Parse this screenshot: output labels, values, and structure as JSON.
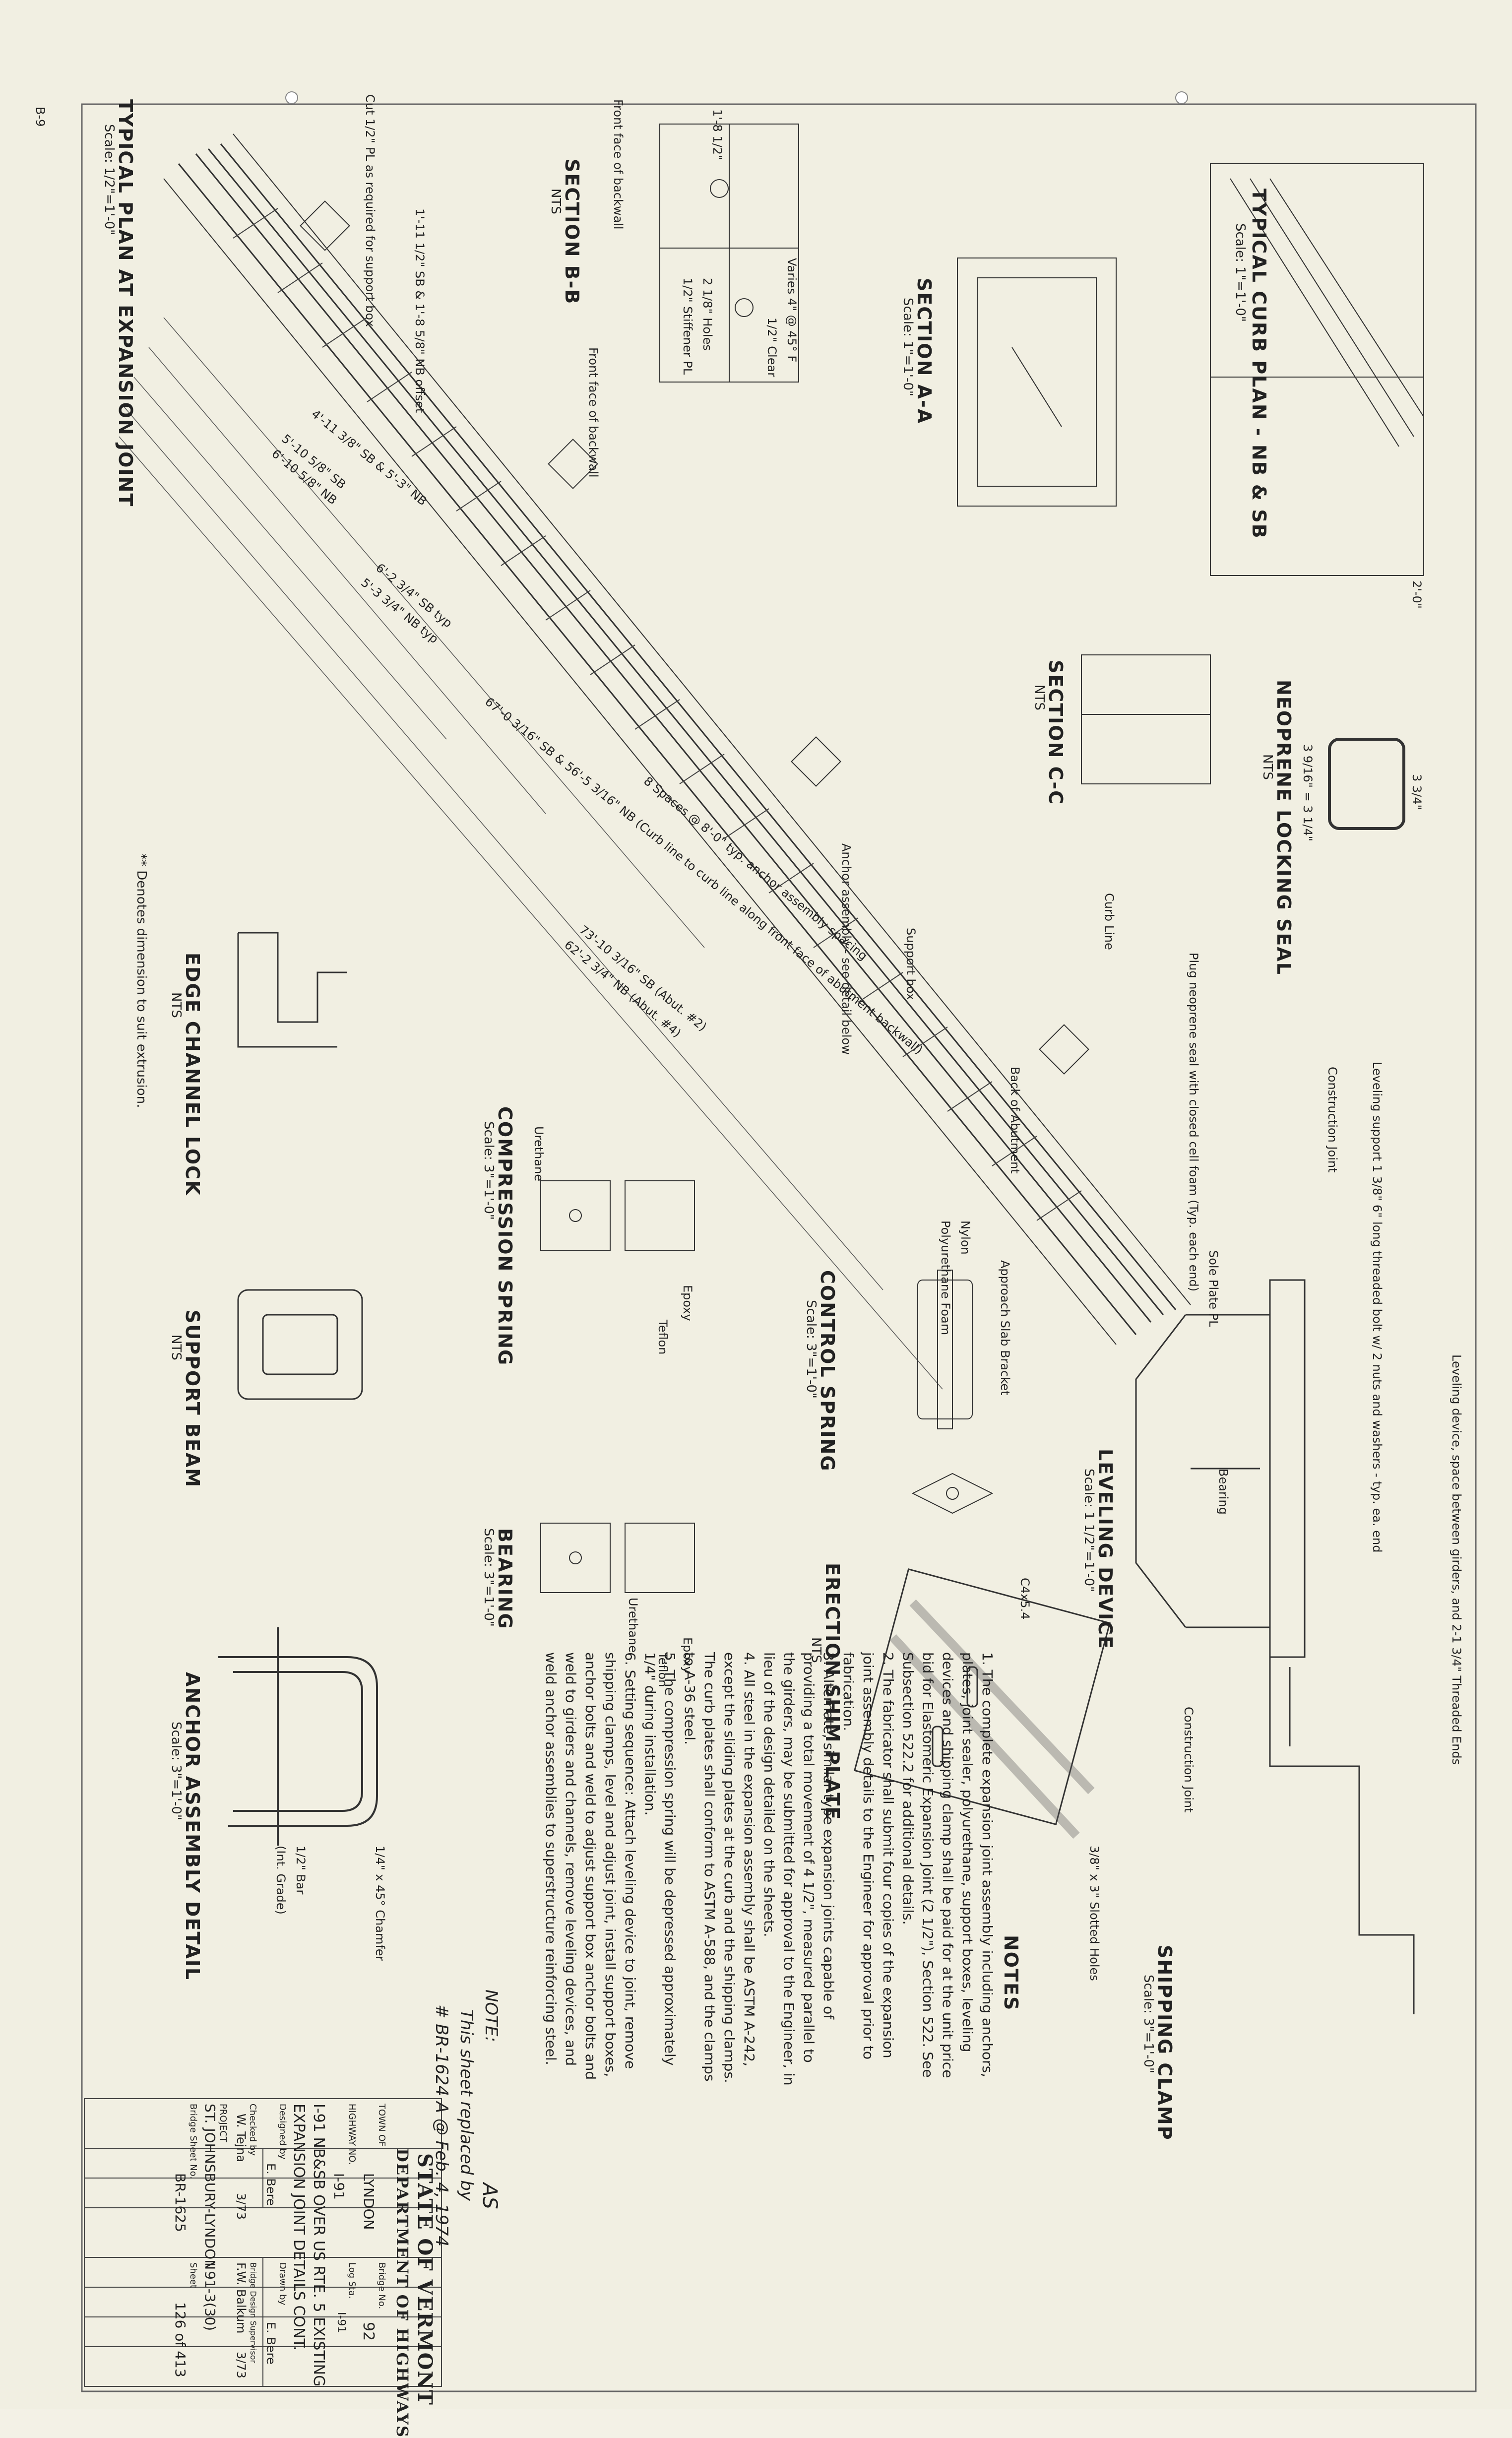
{
  "sheet_mark": "B-9",
  "title_block": {
    "state": "STATE OF VERMONT",
    "department": "DEPARTMENT OF HIGHWAYS",
    "town_label": "TOWN OF",
    "town": "LYNDON",
    "bridge_no_label": "Bridge No.",
    "bridge_no": "92",
    "highway_no_label": "HIGHWAY NO.",
    "highway_no": "I-91",
    "log_sta_label": "Log Sta.",
    "log_sta": "I-91",
    "description_line1": "I-91 NB&SB OVER US RTE. 5 EXISTING",
    "description_line2": "EXPANSION JOINT DETAILS CONT.",
    "designed_by_label": "Designed by",
    "designed_by": "E. Bere",
    "drawn_by_label": "Drawn by",
    "drawn_by": "E. Bere",
    "checked_by_label": "Checked by",
    "checked_by": "W. Tejna",
    "checked_date": "3/73",
    "supervisor_label": "Bridge Design Supervisor",
    "supervisor": "F.W. Balkum",
    "supervisor_date": "3/73",
    "project_label": "PROJECT",
    "project": "ST. JOHNSBURY-LYNDON",
    "project_no": "I 91-3(30)",
    "bridge_sheet_label": "Bridge Sheet No.",
    "bridge_sheet": "BR-1625",
    "sheet_label": "Sheet",
    "sheet": "126 of 413"
  },
  "replacement_note": {
    "label": "NOTE:",
    "line1": "This sheet replaced by",
    "line2": "# BR-1624 A @ Feb. 4, 1974",
    "initials": "AS"
  },
  "notes": {
    "heading": "NOTES",
    "items": [
      "1. The complete expansion joint assembly including anchors, plates, joint sealer, polyurethane, support boxes, leveling devices and shipping clamp shall be paid for at the unit price bid for Elastomeric Expansion Joint (2 1/2\"), Section 522. See Subsection 522.2 for additional details.",
      "2. The fabricator shall submit four copies of the expansion joint assembly details to the Engineer for approval prior to fabrication.",
      "3. Alternate, similar type expansion joints capable of providing a total movement of 4 1/2\", measured parallel to the girders, may be submitted for approval to the Engineer, in lieu of the design detailed on the sheets.",
      "4. All steel in the expansion assembly shall be ASTM A-242, except the sliding plates at the curb and the shipping clamps. The curb plates shall conform to ASTM A-588, and the clamps to A-36 steel.",
      "5. The compression spring will be depressed approximately 1/4\" during installation.",
      "6. Setting sequence: Attach leveling device to joint, remove shipping clamps, level and adjust joint, install support boxes, anchor bolts and weld to adjust support box anchor bolts and weld to girders and channels, remove leveling devices, and weld anchor assemblies to superstructure reinforcing steel."
    ]
  },
  "views": {
    "typical_curb_plan": "TYPICAL CURB PLAN - NB & SB",
    "typical_curb_plan_scale": "Scale: 1\"=1'-0\"",
    "section_aa": "SECTION A-A",
    "section_aa_scale": "Scale: 1\"=1'-0\"",
    "section_bb": "SECTION B-B",
    "section_bb_scale": "NTS",
    "section_cc": "SECTION C-C",
    "section_cc_scale": "NTS",
    "neoprene_seal": "NEOPRENE LOCKING SEAL",
    "neoprene_seal_scale": "NTS",
    "typical_plan": "TYPICAL PLAN AT EXPANSION JOINT",
    "typical_plan_scale": "Scale: 1/2\"=1'-0\"",
    "edge_channel_lock": "EDGE CHANNEL LOCK",
    "edge_channel_lock_scale": "NTS",
    "compression_spring": "COMPRESSION SPRING",
    "compression_spring_scale": "Scale: 3\"=1'-0\"",
    "support_beam": "SUPPORT BEAM",
    "support_beam_scale": "NTS",
    "bearing": "BEARING",
    "bearing_scale": "Scale: 3\"=1'-0\"",
    "anchor_assembly": "ANCHOR ASSEMBLY DETAIL",
    "anchor_assembly_scale": "Scale: 3\"=1'-0\"",
    "control_spring": "CONTROL SPRING",
    "control_spring_scale": "Scale: 3\"=1'-0\"",
    "leveling_device": "LEVELING DEVICE",
    "leveling_device_scale": "Scale: 1 1/2\"=1'-0\"",
    "erection_shim": "ERECTION SHIM PLATE",
    "erection_shim_scale": "NTS",
    "shipping_clamp": "SHIPPING CLAMP",
    "shipping_clamp_scale": "Scale: 3\"=1'-0\""
  },
  "callouts": {
    "dim_1_8_half": "1'-8 1/2\"",
    "dim_2_0": "2'-0\"",
    "dim_3_3_4": "3 3/4\"",
    "dim_3_7_16": "3 9/16\" = 3 1/4\"",
    "front_face": "Front face of backwall",
    "cut_plate": "Cut 1/2\" PL as required for support box",
    "offset": "1'-11 1/2\" SB & 1'-8 5/8\" NB offset",
    "varies": "Varies 4\" @ 45° F",
    "clear": "1/2\" Clear",
    "holes": "2 1/8\" Holes",
    "stiffener": "1/2\" Stiffener PL",
    "dim_4_11": "4'-11 3/8\" SB & 5'-3\" NB",
    "dim_5_10": "5'-10 5/8\" SB",
    "dim_6_10": "6'-10 5/8\" NB",
    "dim_6_2": "6'-2 3/4\" SB typ",
    "dim_5_3": "5'-3 3/4\" NB typ",
    "dim_67": "67'-0 3/16\" SB & 56'-5 3/16\" NB (Curb line to curb line along front face of abutment backwall)",
    "dim_73": "73'-10 3/16\" SB (Abut. #2)",
    "dim_62": "62'-2 3/4\" NB (Abut. #4)",
    "spacing": "8 Spaces @ 8'-0\" typ. anchor assembly spacing",
    "anchor_detail": "Anchor assembly - see detail below",
    "support_box": "Support box",
    "curb_line": "Curb Line",
    "back_abutment": "Back of Abutment",
    "approach_slab": "Approach Slab Bracket",
    "sole_plate": "Sole Plate PL",
    "plug": "Plug neoprene seal with closed cell foam (Typ. each end)",
    "leveling_support": "Leveling support 1 3/8\" 6\" long threaded bolt w/ 2 nuts and washers - typ. ea. end",
    "construction_joint": "Construction Joint",
    "leveling_device_note": "Leveling device, space between girders, and 2-1 3/4\" Threaded Ends",
    "bearing_label": "Bearing",
    "denotes": "** Denotes dimension to suit extrusion.",
    "epoxy": "Epoxy",
    "teflon": "Teflon",
    "urethane": "Urethane",
    "nylon": "Nylon",
    "polyurethane_foam": "Polyurethane Foam",
    "slotted_holes": "3/8\" x 3\" Slotted Holes",
    "c4": "C4x5.4",
    "chamfer": "1/4\" x 45° Chamfer",
    "bar": "1/2\" Bar",
    "grade": "(Int. Grade)"
  },
  "icons": {
    "section_arrow": "section-arrow-icon",
    "weld_symbol": "weld-symbol-icon",
    "centerline": "centerline-icon"
  },
  "colors": {
    "paper": "#f1efe2",
    "ink": "#2a2a2a",
    "border": "#555555"
  }
}
